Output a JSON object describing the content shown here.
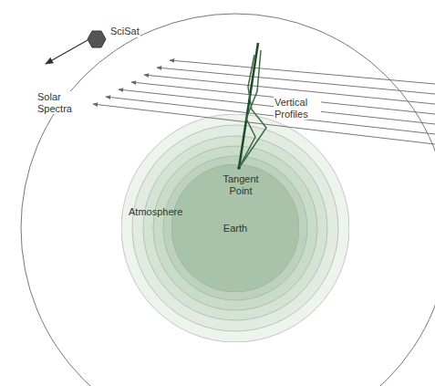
{
  "diagram": {
    "nodes": [
      {
        "text": [
          "Atmosphere"
        ]
      },
      {
        "text": [
          "Earth"
        ],
        "in": 0
      }
    ],
    "labels": [
      "SciSat",
      "Solar Spectra",
      "Vertical Profiles",
      "Tangent Point"
    ]
  }
}
